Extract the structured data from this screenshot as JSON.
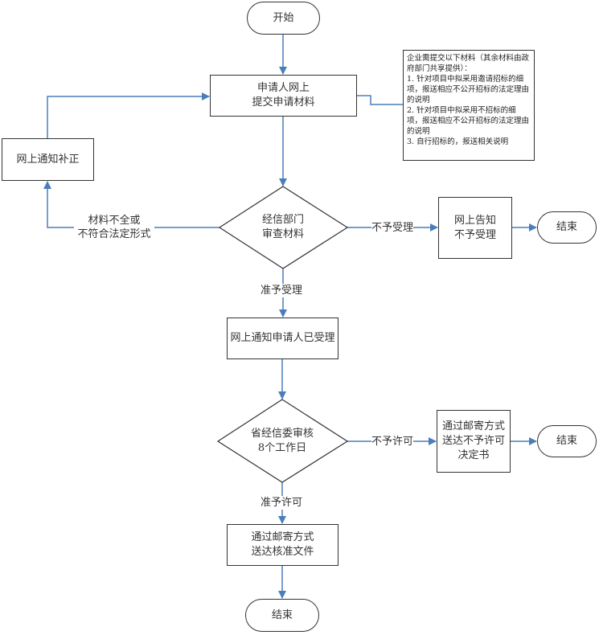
{
  "flowchart": {
    "start": "开始",
    "submit": [
      "申请人网上",
      "提交申请材料"
    ],
    "note": {
      "lines": [
        "企业需提交以下材料（其余材料由政府部门共享提供）：",
        "1. 针对项目中拟采用邀请招标的细项，报送相应不公开招标的法定理由的说明",
        "2. 针对项目中拟采用不招标的细项，报送相应不公开招标的法定理由的说明",
        "3. 自行招标的，报送相关说明"
      ]
    },
    "correction": "网上通知补正",
    "review_decision": [
      "经信部门",
      "审查材料"
    ],
    "edge_incomplete": [
      "材料不全或",
      "不符合法定形式"
    ],
    "edge_reject_accept": "不予受理",
    "reject_accept_box": [
      "网上告知",
      "不予受理"
    ],
    "end_1": "结束",
    "edge_accept": "准予受理",
    "accepted_notice": "网上通知申请人已受理",
    "approval_decision": [
      "省经信委审核",
      "8个工作日"
    ],
    "edge_deny": "不予许可",
    "deny_box": [
      "通过邮寄方式",
      "送达不予许可",
      "决定书"
    ],
    "end_2": "结束",
    "edge_approve": "准予许可",
    "approve_box": [
      "通过邮寄方式",
      "送达核准文件"
    ],
    "end_3": "结束"
  },
  "colors": {
    "connector": "#4a7ebb",
    "border": "#333333"
  }
}
